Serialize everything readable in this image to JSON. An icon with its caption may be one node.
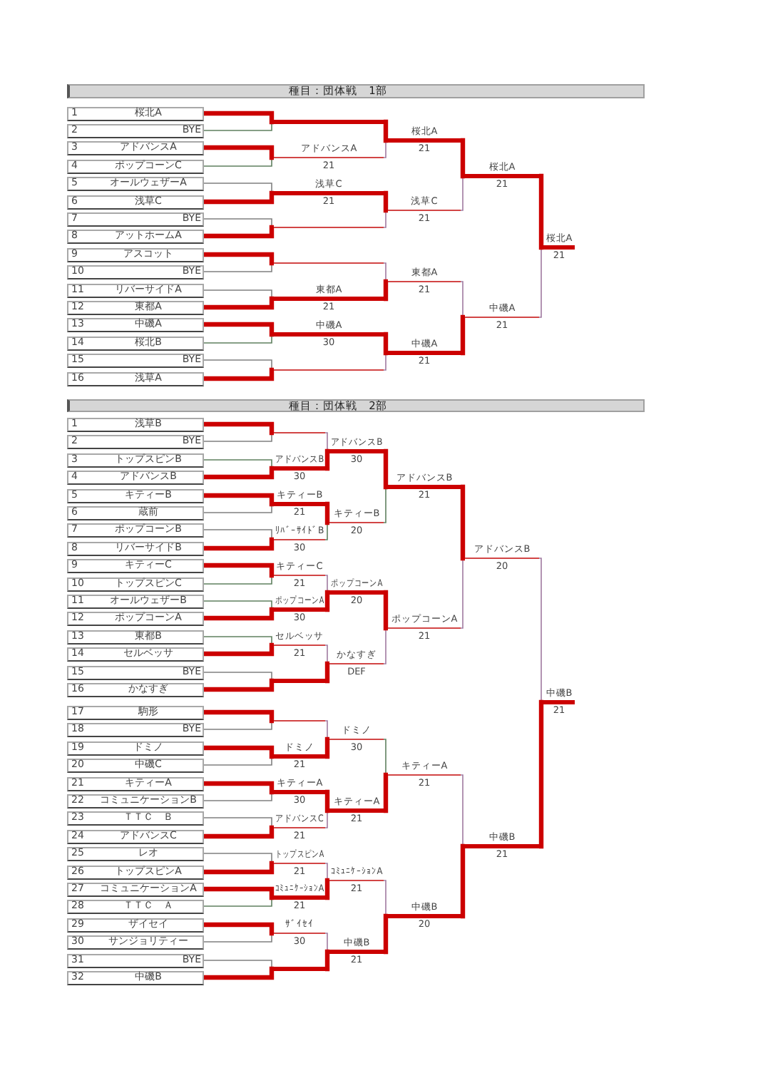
{
  "diagram": {
    "nodes": [
      {
        "text": [
          "種目：団体戦　1部"
        ]
      },
      {
        "text": [
          "1",
          "桜北A"
        ]
      },
      {
        "text": [
          "2",
          "BYE"
        ]
      },
      {
        "text": [
          "3",
          "アドバンスA"
        ]
      },
      {
        "text": [
          "4",
          "ポップコーンC"
        ]
      },
      {
        "text": [
          "5",
          "オールウェザーA"
        ]
      },
      {
        "text": [
          "6",
          "浅草C"
        ]
      },
      {
        "text": [
          "7",
          "BYE"
        ]
      },
      {
        "text": [
          "8",
          "アットホームA"
        ]
      },
      {
        "text": [
          "9",
          "アスコット"
        ]
      },
      {
        "text": [
          "10",
          "BYE"
        ]
      },
      {
        "text": [
          "11",
          "リバーサイドA"
        ]
      },
      {
        "text": [
          "12",
          "東都A"
        ]
      },
      {
        "text": [
          "13",
          "中磯A"
        ]
      },
      {
        "text": [
          "14",
          "桜北B"
        ]
      },
      {
        "text": [
          "15",
          "BYE"
        ]
      },
      {
        "text": [
          "16",
          "浅草A"
        ]
      },
      {
        "text": [],
        "shape": "line"
      },
      {
        "text": [
          "アドバンスA",
          "21"
        ]
      },
      {
        "text": [
          "浅草C",
          "21"
        ]
      },
      {
        "text": [],
        "shape": "line"
      },
      {
        "text": [],
        "shape": "line"
      },
      {
        "text": [
          "東都A",
          "21"
        ]
      },
      {
        "text": [
          "中磯A",
          "30"
        ]
      },
      {
        "text": [],
        "shape": "line"
      },
      {
        "text": [
          "桜北A",
          "21"
        ]
      },
      {
        "text": [
          "浅草C",
          "21"
        ]
      },
      {
        "text": [
          "東都A",
          "21"
        ]
      },
      {
        "text": [
          "中磯A",
          "21"
        ]
      },
      {
        "text": [
          "桜北A",
          "21"
        ]
      },
      {
        "text": [
          "中磯A",
          "21"
        ]
      },
      {
        "text": [
          "桜北A",
          "21"
        ]
      },
      {
        "text": [
          "種目：団体戦　2部"
        ]
      },
      {
        "text": [
          "1",
          "浅草B"
        ]
      },
      {
        "text": [
          "2",
          "BYE"
        ]
      },
      {
        "text": [
          "3",
          "トップスピンB"
        ]
      },
      {
        "text": [
          "4",
          "アドバンスB"
        ]
      },
      {
        "text": [
          "5",
          "キティーB"
        ]
      },
      {
        "text": [
          "6",
          "蔵前"
        ]
      },
      {
        "text": [
          "7",
          "ポップコーンB"
        ]
      },
      {
        "text": [
          "8",
          "リバーサイドB"
        ]
      },
      {
        "text": [
          "9",
          "キティーC"
        ]
      },
      {
        "text": [
          "10",
          "トップスピンC"
        ]
      },
      {
        "text": [
          "11",
          "オールウェザーB"
        ]
      },
      {
        "text": [
          "12",
          "ポップコーンA"
        ]
      },
      {
        "text": [
          "13",
          "東都B"
        ]
      },
      {
        "text": [
          "14",
          "セルベッサ"
        ]
      },
      {
        "text": [
          "15",
          "BYE"
        ]
      },
      {
        "text": [
          "16",
          "かなすぎ"
        ]
      },
      {
        "text": [
          "17",
          "駒形"
        ]
      },
      {
        "text": [
          "18",
          "BYE"
        ]
      },
      {
        "text": [
          "19",
          "ドミノ"
        ]
      },
      {
        "text": [
          "20",
          "中磯C"
        ]
      },
      {
        "text": [
          "21",
          "キティーA"
        ]
      },
      {
        "text": [
          "22",
          "コミュニケーションB"
        ]
      },
      {
        "text": [
          "23",
          "ＴＴＣ　Ｂ"
        ]
      },
      {
        "text": [
          "24",
          "アドバンスC"
        ]
      },
      {
        "text": [
          "25",
          "レオ"
        ]
      },
      {
        "text": [
          "26",
          "トップスピンA"
        ]
      },
      {
        "text": [
          "27",
          "コミュニケーションA"
        ]
      },
      {
        "text": [
          "28",
          "ＴＴＣ　Ａ"
        ]
      },
      {
        "text": [
          "29",
          "ザイセイ"
        ]
      },
      {
        "text": [
          "30",
          "サンジョリティー"
        ]
      },
      {
        "text": [
          "31",
          "BYE"
        ]
      },
      {
        "text": [
          "32",
          "中磯B"
        ]
      },
      {
        "text": [],
        "shape": "line"
      },
      {
        "text": [
          "アドバンスB",
          "30"
        ]
      },
      {
        "text": [
          "キティーB",
          "21"
        ]
      },
      {
        "text": [
          "ﾘﾊﾞｰｻｲﾄﾞB",
          "30"
        ]
      },
      {
        "text": [
          "キティーC",
          "21"
        ]
      },
      {
        "text": [
          "ポップコーンA",
          "30"
        ]
      },
      {
        "text": [
          "セルベッサ",
          "21"
        ]
      },
      {
        "text": [],
        "shape": "line"
      },
      {
        "text": [],
        "shape": "line"
      },
      {
        "text": [
          "ドミノ",
          "21"
        ]
      },
      {
        "text": [
          "キティーA",
          "30"
        ]
      },
      {
        "text": [
          "アドバンスC",
          "21"
        ]
      },
      {
        "text": [
          "トップスピンA",
          "21"
        ]
      },
      {
        "text": [
          "ｺﾐｭﾆｹｰｼｮﾝA",
          "21"
        ]
      },
      {
        "text": [
          "ｻﾞｲｾｲ",
          "30"
        ]
      },
      {
        "text": [],
        "shape": "line"
      },
      {
        "text": [
          "アドバンスB",
          "30"
        ]
      },
      {
        "text": [
          "キティーB",
          "20"
        ]
      },
      {
        "text": [
          "ポップコーンA",
          "20"
        ]
      },
      {
        "text": [
          "かなすぎ",
          "DEF"
        ]
      },
      {
        "text": [
          "ドミノ",
          "30"
        ]
      },
      {
        "text": [
          "キティーA",
          "21"
        ]
      },
      {
        "text": [
          "ｺﾐｭﾆｹｰｼｮﾝA",
          "21"
        ]
      },
      {
        "text": [
          "中磯B",
          "21"
        ]
      },
      {
        "text": [
          "アドバンスB",
          "21"
        ]
      },
      {
        "text": [
          "ポップコーンA",
          "21"
        ]
      },
      {
        "text": [
          "キティーA",
          "21"
        ]
      },
      {
        "text": [
          "中磯B",
          "20"
        ]
      },
      {
        "text": [
          "アドバンスB",
          "20"
        ]
      },
      {
        "text": [
          "中磯B",
          "21"
        ]
      },
      {
        "text": [
          "中磯B",
          "21"
        ]
      }
    ],
    "edges": [
      {
        "from": 2,
        "to": 17,
        "arrow": "none",
        "color": "#5f805f"
      },
      {
        "from": 1,
        "to": 17,
        "arrow": "none",
        "style": "thick"
      },
      {
        "from": 4,
        "to": 18,
        "arrow": "none",
        "color": "#5f805f"
      },
      {
        "from": 3,
        "to": 18,
        "arrow": "none",
        "style": "thick"
      },
      {
        "from": 5,
        "to": 19,
        "arrow": "none",
        "color": "#808080"
      },
      {
        "from": 6,
        "to": 19,
        "arrow": "none",
        "style": "thick"
      },
      {
        "from": 7,
        "to": 20,
        "arrow": "none",
        "color": "#808080"
      },
      {
        "from": 8,
        "to": 20,
        "arrow": "none",
        "style": "thick"
      },
      {
        "from": 10,
        "to": 21,
        "arrow": "none",
        "color": "#808080"
      },
      {
        "from": 9,
        "to": 21,
        "arrow": "none",
        "style": "thick"
      },
      {
        "from": 11,
        "to": 22,
        "arrow": "none",
        "color": "#808080"
      },
      {
        "from": 12,
        "to": 22,
        "arrow": "none",
        "style": "thick"
      },
      {
        "from": 14,
        "to": 23,
        "arrow": "none",
        "color": "#5f805f"
      },
      {
        "from": 13,
        "to": 23,
        "arrow": "none",
        "style": "thick"
      },
      {
        "from": 15,
        "to": 24,
        "arrow": "none",
        "color": "#808080"
      },
      {
        "from": 16,
        "to": 24,
        "arrow": "none",
        "style": "thick"
      },
      {
        "from": 18,
        "to": 25,
        "arrow": "none",
        "color": "#a07aa0"
      },
      {
        "from": 17,
        "to": 25,
        "arrow": "none",
        "style": "thick"
      },
      {
        "from": 20,
        "to": 26,
        "arrow": "none",
        "color": "#a07aa0"
      },
      {
        "from": 19,
        "to": 26,
        "arrow": "none",
        "style": "thick"
      },
      {
        "from": 21,
        "to": 27,
        "arrow": "none",
        "color": "#a07aa0"
      },
      {
        "from": 22,
        "to": 27,
        "arrow": "none",
        "style": "thick"
      },
      {
        "from": 24,
        "to": 28,
        "arrow": "none",
        "color": "#a07aa0"
      },
      {
        "from": 23,
        "to": 28,
        "arrow": "none",
        "style": "thick"
      },
      {
        "from": 26,
        "to": 29,
        "arrow": "none",
        "color": "#a07aa0"
      },
      {
        "from": 25,
        "to": 29,
        "arrow": "none",
        "style": "thick"
      },
      {
        "from": 27,
        "to": 30,
        "arrow": "none",
        "color": "#a07aa0"
      },
      {
        "from": 28,
        "to": 30,
        "arrow": "none",
        "style": "thick"
      },
      {
        "from": 30,
        "to": 31,
        "arrow": "none",
        "color": "#a07aa0"
      },
      {
        "from": 29,
        "to": 31,
        "arrow": "none",
        "style": "thick"
      },
      {
        "from": 34,
        "to": 65,
        "arrow": "none",
        "color": "#808080"
      },
      {
        "from": 33,
        "to": 65,
        "arrow": "none",
        "style": "thick"
      },
      {
        "from": 35,
        "to": 66,
        "arrow": "none",
        "color": "#5f805f"
      },
      {
        "from": 36,
        "to": 66,
        "arrow": "none",
        "style": "thick"
      },
      {
        "from": 38,
        "to": 67,
        "arrow": "none",
        "color": "#808080"
      },
      {
        "from": 37,
        "to": 67,
        "arrow": "none",
        "style": "thick"
      },
      {
        "from": 39,
        "to": 68,
        "arrow": "none",
        "color": "#808080"
      },
      {
        "from": 40,
        "to": 68,
        "arrow": "none",
        "style": "thick"
      },
      {
        "from": 42,
        "to": 69,
        "arrow": "none",
        "color": "#5f805f"
      },
      {
        "from": 41,
        "to": 69,
        "arrow": "none",
        "style": "thick"
      },
      {
        "from": 43,
        "to": 70,
        "arrow": "none",
        "color": "#5f805f"
      },
      {
        "from": 44,
        "to": 70,
        "arrow": "none",
        "style": "thick"
      },
      {
        "from": 45,
        "to": 71,
        "arrow": "none",
        "color": "#5f805f"
      },
      {
        "from": 46,
        "to": 71,
        "arrow": "none",
        "style": "thick"
      },
      {
        "from": 47,
        "to": 72,
        "arrow": "none",
        "color": "#808080"
      },
      {
        "from": 48,
        "to": 72,
        "arrow": "none",
        "style": "thick"
      },
      {
        "from": 50,
        "to": 73,
        "arrow": "none",
        "color": "#808080"
      },
      {
        "from": 49,
        "to": 73,
        "arrow": "none",
        "style": "thick"
      },
      {
        "from": 52,
        "to": 74,
        "arrow": "none",
        "color": "#808080"
      },
      {
        "from": 51,
        "to": 74,
        "arrow": "none",
        "style": "thick"
      },
      {
        "from": 54,
        "to": 75,
        "arrow": "none",
        "color": "#808080"
      },
      {
        "from": 53,
        "to": 75,
        "arrow": "none",
        "style": "thick"
      },
      {
        "from": 55,
        "to": 76,
        "arrow": "none",
        "color": "#808080"
      },
      {
        "from": 56,
        "to": 76,
        "arrow": "none",
        "style": "thick"
      },
      {
        "from": 57,
        "to": 77,
        "arrow": "none",
        "color": "#808080"
      },
      {
        "from": 58,
        "to": 77,
        "arrow": "none",
        "style": "thick"
      },
      {
        "from": 60,
        "to": 78,
        "arrow": "none",
        "color": "#5f805f"
      },
      {
        "from": 59,
        "to": 78,
        "arrow": "none",
        "style": "thick"
      },
      {
        "from": 62,
        "to": 79,
        "arrow": "none",
        "color": "#808080"
      },
      {
        "from": 61,
        "to": 79,
        "arrow": "none",
        "style": "thick"
      },
      {
        "from": 63,
        "to": 80,
        "arrow": "none",
        "color": "#808080"
      },
      {
        "from": 64,
        "to": 80,
        "arrow": "none",
        "style": "thick"
      },
      {
        "from": 65,
        "to": 81,
        "arrow": "none",
        "color": "#a07aa0"
      },
      {
        "from": 66,
        "to": 81,
        "arrow": "none",
        "style": "thick"
      },
      {
        "from": 68,
        "to": 82,
        "arrow": "none",
        "color": "#5f805f"
      },
      {
        "from": 67,
        "to": 82,
        "arrow": "none",
        "style": "thick"
      },
      {
        "from": 69,
        "to": 83,
        "arrow": "none",
        "color": "#a07aa0"
      },
      {
        "from": 70,
        "to": 83,
        "arrow": "none",
        "style": "thick"
      },
      {
        "from": 71,
        "to": 84,
        "arrow": "none",
        "color": "#a07aa0"
      },
      {
        "from": 72,
        "to": 84,
        "arrow": "none",
        "style": "thick"
      },
      {
        "from": 73,
        "to": 85,
        "arrow": "none",
        "color": "#a07aa0"
      },
      {
        "from": 74,
        "to": 85,
        "arrow": "none",
        "style": "thick"
      },
      {
        "from": 76,
        "to": 86,
        "arrow": "none",
        "color": "#a07aa0"
      },
      {
        "from": 75,
        "to": 86,
        "arrow": "none",
        "style": "thick"
      },
      {
        "from": 77,
        "to": 87,
        "arrow": "none",
        "color": "#a07aa0"
      },
      {
        "from": 78,
        "to": 87,
        "arrow": "none",
        "style": "thick"
      },
      {
        "from": 79,
        "to": 88,
        "arrow": "none",
        "color": "#a07aa0"
      },
      {
        "from": 80,
        "to": 88,
        "arrow": "none",
        "style": "thick"
      },
      {
        "from": 82,
        "to": 89,
        "arrow": "none",
        "color": "#5f805f"
      },
      {
        "from": 81,
        "to": 89,
        "arrow": "none",
        "style": "thick"
      },
      {
        "from": 84,
        "to": 90,
        "arrow": "none",
        "color": "#a07aa0"
      },
      {
        "from": 83,
        "to": 90,
        "arrow": "none",
        "style": "thick"
      },
      {
        "from": 85,
        "to": 91,
        "arrow": "none",
        "color": "#5f805f"
      },
      {
        "from": 86,
        "to": 91,
        "arrow": "none",
        "style": "thick"
      },
      {
        "from": 87,
        "to": 92,
        "arrow": "none",
        "color": "#a07aa0"
      },
      {
        "from": 88,
        "to": 92,
        "arrow": "none",
        "style": "thick"
      },
      {
        "from": 90,
        "to": 93,
        "arrow": "none",
        "color": "#a07aa0"
      },
      {
        "from": 89,
        "to": 93,
        "arrow": "none",
        "style": "thick"
      },
      {
        "from": 91,
        "to": 94,
        "arrow": "none",
        "color": "#a07aa0"
      },
      {
        "from": 92,
        "to": 94,
        "arrow": "none",
        "style": "thick"
      },
      {
        "from": 93,
        "to": 95,
        "arrow": "none",
        "color": "#a07aa0"
      },
      {
        "from": 94,
        "to": 95,
        "arrow": "none",
        "style": "thick"
      }
    ]
  }
}
